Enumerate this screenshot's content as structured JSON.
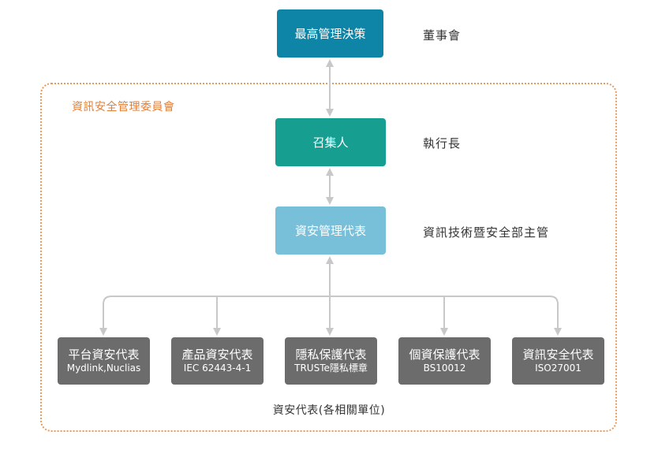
{
  "group": {
    "label": "資訊安全管理委員會"
  },
  "top": {
    "title": "最高管理決策",
    "role": "董事會",
    "color": "#0e84a6"
  },
  "convener": {
    "title": "召集人",
    "role": "執行長",
    "color": "#169e91"
  },
  "representative": {
    "title": "資安管理代表",
    "role": "資訊技術暨安全部主管",
    "color": "#78bfd9"
  },
  "units": [
    {
      "title": "平台資安代表",
      "subtitle": "Mydlink,Nuclias"
    },
    {
      "title": "產品資安代表",
      "subtitle": "IEC 62443-4-1"
    },
    {
      "title": "隱私保護代表",
      "subtitle": "TRUSTe隱私標章"
    },
    {
      "title": "個資保護代表",
      "subtitle": "BS10012"
    },
    {
      "title": "資訊安全代表",
      "subtitle": "ISO27001"
    }
  ],
  "units_color": "#6c6c6c",
  "caption": "資安代表(各相關單位)",
  "connector_color": "#c8c8c8",
  "border_color": "#e69a5c"
}
